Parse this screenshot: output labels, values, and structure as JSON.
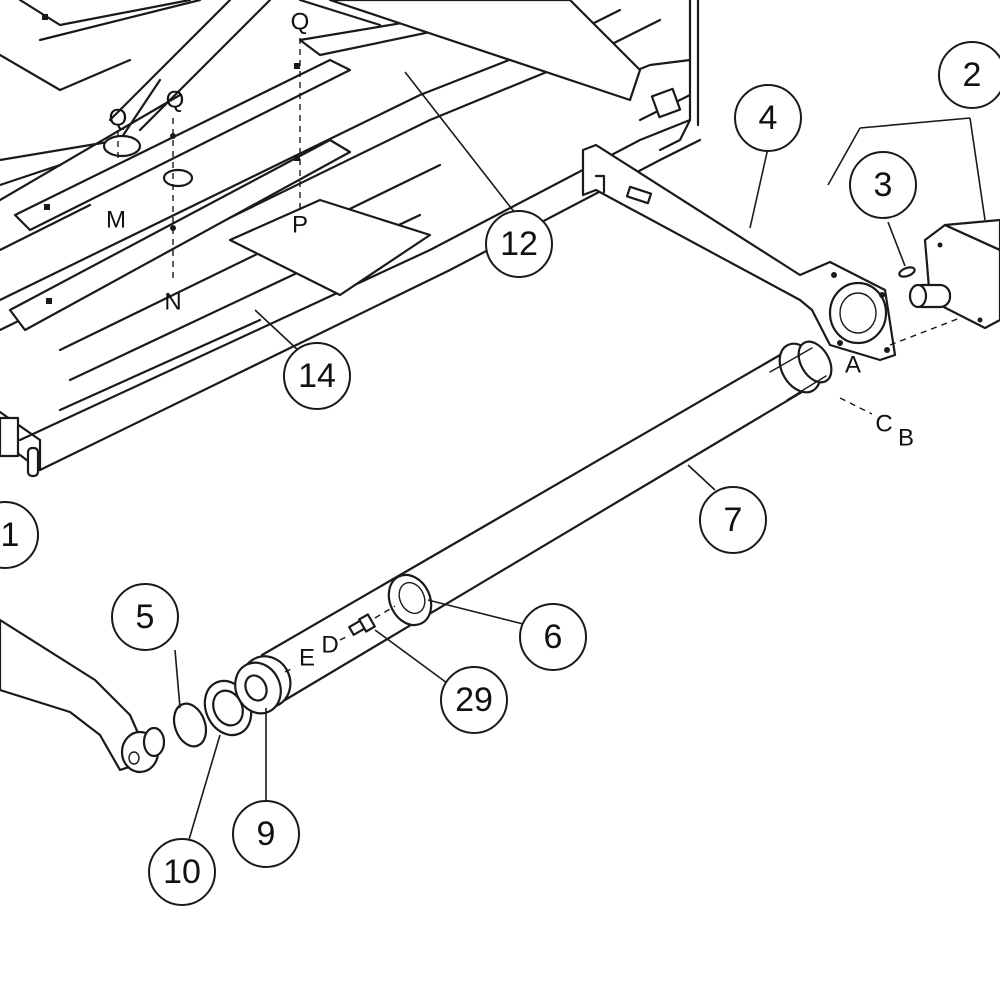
{
  "callouts": [
    {
      "id": "c1",
      "label": "1"
    },
    {
      "id": "c2",
      "label": "2"
    },
    {
      "id": "c3",
      "label": "3"
    },
    {
      "id": "c4",
      "label": "4"
    },
    {
      "id": "c5",
      "label": "5"
    },
    {
      "id": "c6",
      "label": "6"
    },
    {
      "id": "c7",
      "label": "7"
    },
    {
      "id": "c9",
      "label": "9"
    },
    {
      "id": "c10",
      "label": "10"
    },
    {
      "id": "c12",
      "label": "12"
    },
    {
      "id": "c14",
      "label": "14"
    },
    {
      "id": "c29",
      "label": "29"
    }
  ],
  "letters": {
    "q1": "Q",
    "q2": "Q",
    "q3": "Q",
    "m": "M",
    "p": "P",
    "n": "N",
    "a": "A",
    "c": "C",
    "b": "B",
    "d": "D",
    "e": "E"
  }
}
